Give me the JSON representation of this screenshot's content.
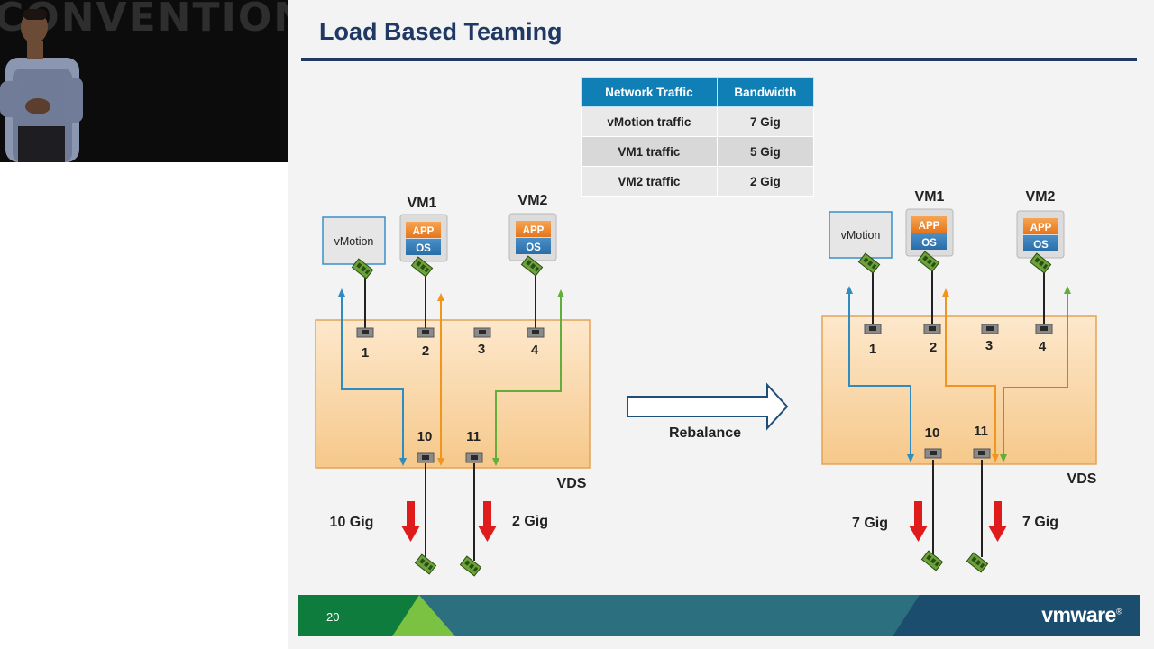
{
  "video": {
    "backdrop_text": "CONVENTION"
  },
  "slide": {
    "title": "Load Based Teaming",
    "page_number": "20",
    "logo": {
      "text": "vmware",
      "reg_mark": "®"
    }
  },
  "table": {
    "headers": [
      "Network Traffic",
      "Bandwidth"
    ],
    "rows": [
      [
        "vMotion traffic",
        "7 Gig"
      ],
      [
        "VM1 traffic",
        "5 Gig"
      ],
      [
        "VM2 traffic",
        "2 Gig"
      ]
    ]
  },
  "diagram": {
    "rebalance_label": "Rebalance",
    "before": {
      "vmotion_label": "vMotion",
      "vm1_label": "VM1",
      "vm2_label": "VM2",
      "app_label": "APP",
      "os_label": "OS",
      "ports": [
        "1",
        "2",
        "3",
        "4"
      ],
      "uplinks": [
        "10",
        "11"
      ],
      "vds_label": "VDS",
      "uplink_bandwidth": [
        "10 Gig",
        "2 Gig"
      ]
    },
    "after": {
      "vmotion_label": "vMotion",
      "vm1_label": "VM1",
      "vm2_label": "VM2",
      "app_label": "APP",
      "os_label": "OS",
      "ports": [
        "1",
        "2",
        "3",
        "4"
      ],
      "uplinks": [
        "10",
        "11"
      ],
      "vds_label": "VDS",
      "uplink_bandwidth": [
        "7 Gig",
        "7 Gig"
      ]
    },
    "colors": {
      "vmotion_flow": "#2e8cc0",
      "vm1_flow": "#f0961e",
      "vm2_flow": "#62ad3c",
      "bandwidth_arrow": "#e01b1b",
      "vds_fill": "#fad9a8",
      "title": "#1f3864"
    }
  }
}
